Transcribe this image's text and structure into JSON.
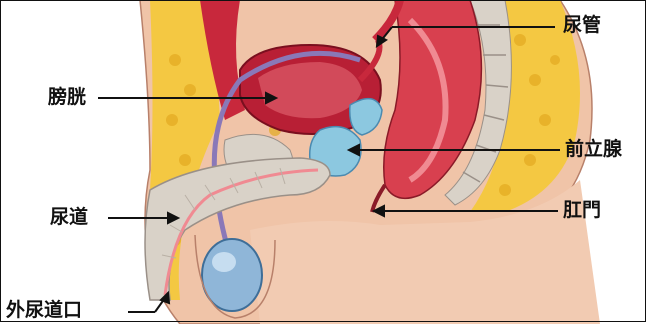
{
  "labels": {
    "urethra_tube": "尿管",
    "bladder": "膀胱",
    "prostate": "前立腺",
    "anus": "肛門",
    "urethra": "尿道",
    "external_urethral_orifice": "外尿道口"
  },
  "colors": {
    "background": "#ffffff",
    "skin": "#f0c4a8",
    "fat": "#f4c842",
    "muscle": "#c8283c",
    "bladder_fill": "#b81f35",
    "prostate": "#8cc8e0",
    "testis": "#8fb6d8",
    "bone": "#d9d2c8",
    "leader_line": "#111111"
  }
}
